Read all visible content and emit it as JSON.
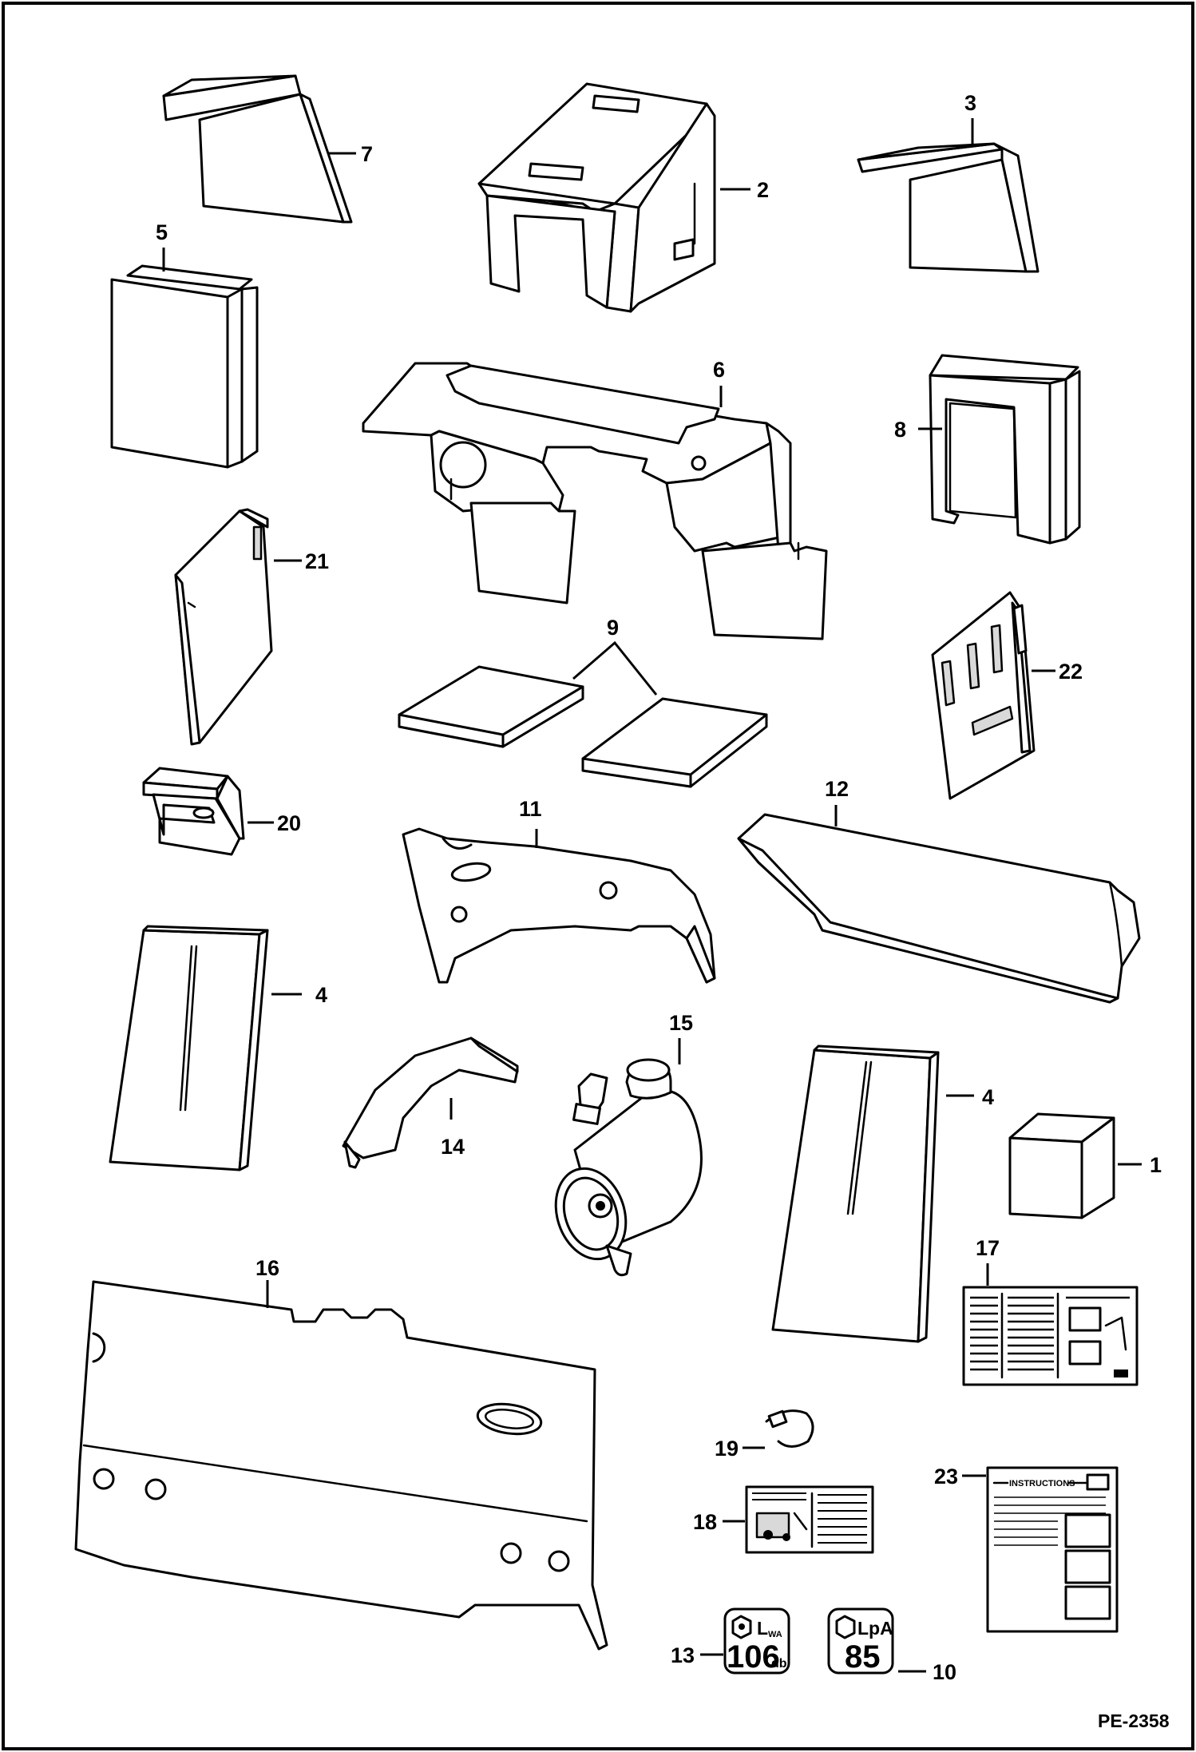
{
  "drawing_code": "PE-2358",
  "callouts": {
    "c1": "1",
    "c2": "2",
    "c3": "3",
    "c4a": "4",
    "c4b": "4",
    "c5": "5",
    "c6": "6",
    "c7": "7",
    "c8": "8",
    "c9": "9",
    "c10": "10",
    "c11": "11",
    "c12": "12",
    "c13": "13",
    "c14": "14",
    "c15": "15",
    "c16": "16",
    "c17": "17",
    "c18": "18",
    "c19": "19",
    "c20": "20",
    "c21": "21",
    "c22": "22",
    "c23": "23"
  },
  "decals": {
    "instructions_title": "INSTRUCTIONS",
    "lwa_symbol": "L",
    "lwa_sub": "WA",
    "lwa_value": "106",
    "lwa_unit": "db",
    "lpa_symbol": "LpA",
    "lpa_value": "85"
  }
}
